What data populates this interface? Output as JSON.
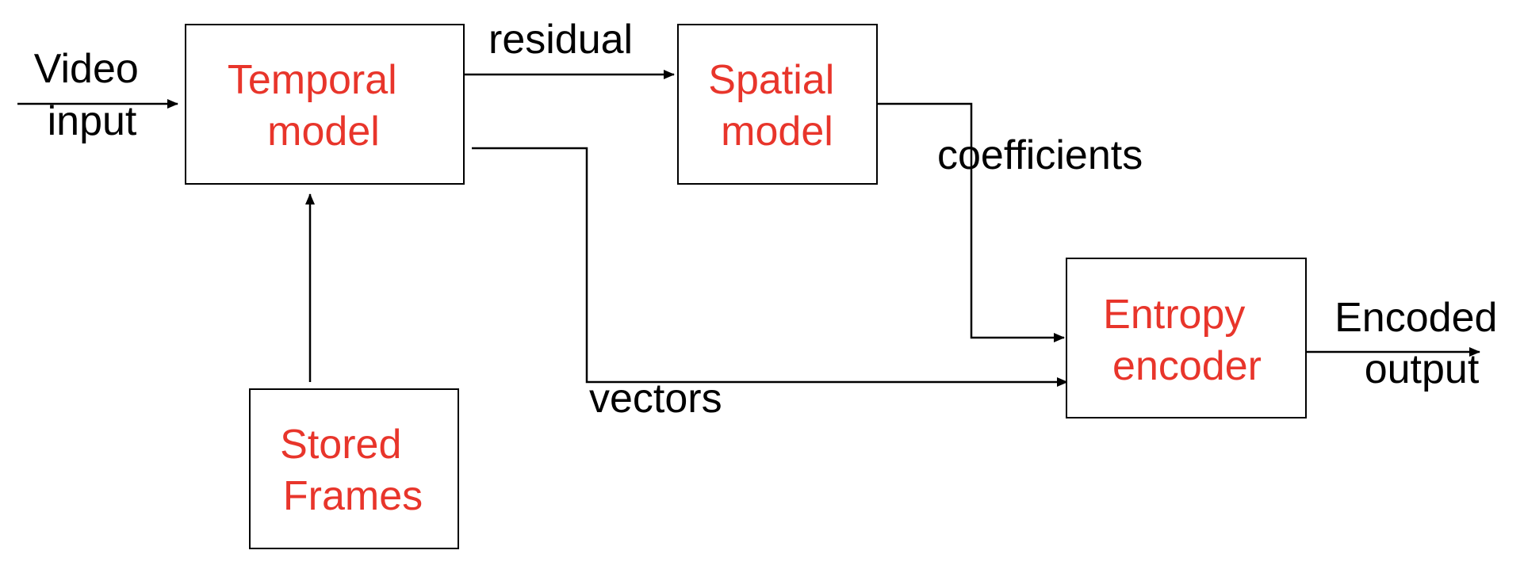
{
  "colors": {
    "block_text": "#e8352b",
    "edge_text": "#000000",
    "stroke": "#000000",
    "background": "#ffffff"
  },
  "blocks": [
    {
      "id": "temporal-model",
      "lines": [
        "Temporal",
        "model"
      ]
    },
    {
      "id": "spatial-model",
      "lines": [
        "Spatial",
        "model"
      ]
    },
    {
      "id": "stored-frames",
      "lines": [
        "Stored",
        "Frames"
      ]
    },
    {
      "id": "entropy-encoder",
      "lines": [
        "Entropy",
        "encoder"
      ]
    }
  ],
  "edge_labels": {
    "video_input": [
      "Video",
      "input"
    ],
    "residual": "residual",
    "coefficients": "coefficients",
    "vectors": "vectors",
    "encoded_output": [
      "Encoded",
      "output"
    ]
  }
}
